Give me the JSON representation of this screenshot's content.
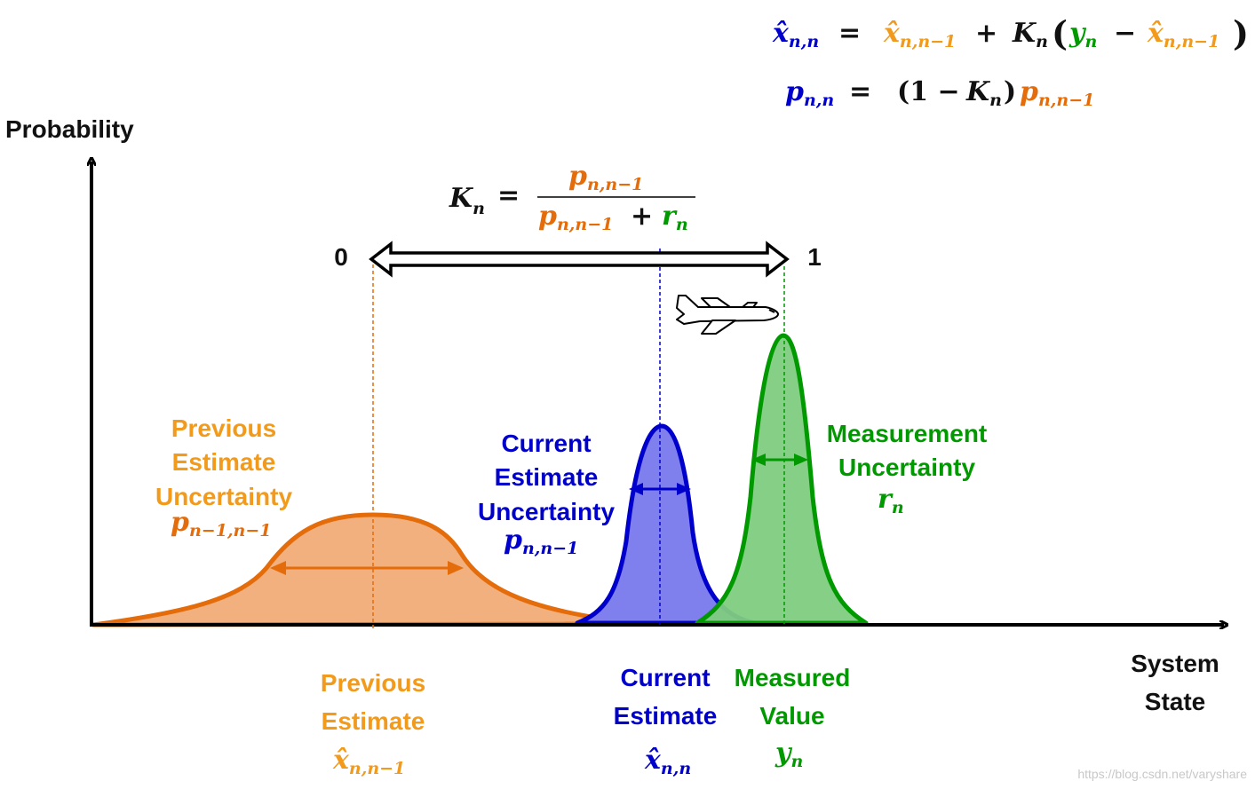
{
  "axes": {
    "y_label": "Probability",
    "x_label_line1": "System",
    "x_label_line2": "State"
  },
  "gain_bar": {
    "left_label": "0",
    "right_label": "1"
  },
  "gain_formula": {
    "k": "K",
    "k_sub": "n",
    "eq": "=",
    "num_p": "p",
    "num_sub": "n,n−1",
    "den_p": "p",
    "den_sub": "n,n−1",
    "den_plus": "+",
    "den_r": "r",
    "den_r_sub": "n"
  },
  "state_update": {
    "lhs_hat": "x̂",
    "lhs_sub": "n,n",
    "eq": "=",
    "prev_hat": "x̂",
    "prev_sub": "n,n−1",
    "plus": "+",
    "k": "K",
    "k_sub": "n",
    "open_paren": "(",
    "y": "y",
    "y_sub": "n",
    "minus": "−",
    "prev2_hat": "x̂",
    "prev2_sub": "n,n−1",
    "close_paren": ")"
  },
  "cov_update": {
    "lhs_p": "p",
    "lhs_sub": "n,n",
    "eq": "=",
    "paren_open": "(1 − ",
    "k": "K",
    "k_sub": "n",
    "paren_close": ")",
    "p": "p",
    "p_sub": "n,n−1"
  },
  "previous": {
    "uncertainty_line1": "Previous",
    "uncertainty_line2": "Estimate",
    "uncertainty_line3": "Uncertainty",
    "uncertainty_symbol": "p",
    "uncertainty_sub": "n−1,n−1",
    "estimate_line1": "Previous",
    "estimate_line2": "Estimate",
    "estimate_symbol": "x̂",
    "estimate_sub": "n,n−1"
  },
  "current": {
    "uncertainty_line1": "Current",
    "uncertainty_line2": "Estimate",
    "uncertainty_line3": "Uncertainty",
    "uncertainty_symbol": "p",
    "uncertainty_sub": "n,n−1",
    "estimate_line1": "Current",
    "estimate_line2": "Estimate",
    "estimate_symbol": "x̂",
    "estimate_sub": "n,n"
  },
  "measurement": {
    "uncertainty_line1": "Measurement",
    "uncertainty_line2": "Uncertainty",
    "uncertainty_symbol": "r",
    "uncertainty_sub": "n",
    "value_line1": "Measured",
    "value_line2": "Value",
    "value_symbol": "y",
    "value_sub": "n"
  },
  "watermark": "https://blog.csdn.net/varyshare",
  "colors": {
    "orange": "#E46C0A",
    "orange_fill": "#F2B07E",
    "label_orange": "#F29A1B",
    "blue": "#0000CC",
    "blue_fill": "#7F7FEE",
    "green": "#009900",
    "green_fill": "#7FCC7F"
  }
}
